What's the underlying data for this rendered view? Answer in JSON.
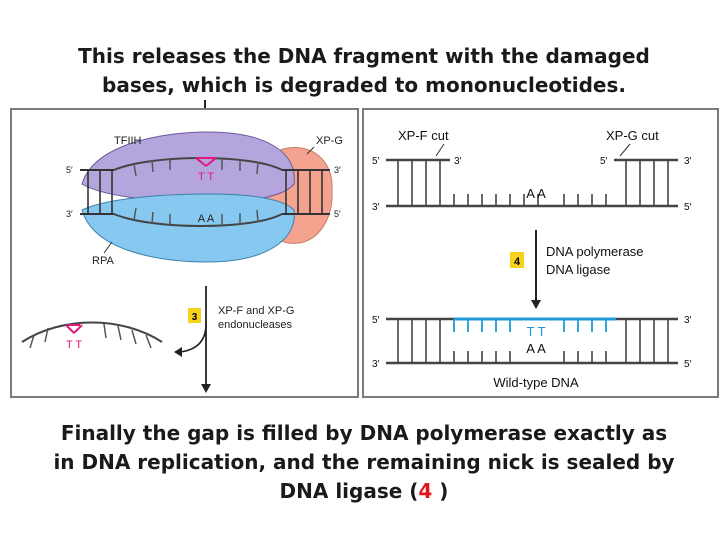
{
  "captions": {
    "top_line1": "This releases the DNA fragment with the damaged",
    "top_line2": "bases, which is degraded to mononucleotides.",
    "bottom_line1": "Finally the gap is filled by DNA polymerase exactly as",
    "bottom_line2": "in DNA replication, and the remaining nick is sealed by",
    "bottom_line3_prefix": "DNA ligase (",
    "bottom_step_number": "4",
    "bottom_line3_suffix": " )"
  },
  "left_panel": {
    "tfiih_label": "TFIIH",
    "xpg_label": "XP-G",
    "rpa_label": "RPA",
    "five_prime_top_left": "5′",
    "three_prime_top_right": "3′",
    "three_prime_bottom_left": "3′",
    "five_prime_bottom_right": "5′",
    "damaged_bases_top": "T T",
    "bases_bottom": "A A",
    "step_number": "3",
    "step_line1": "XP-F and XP-G",
    "step_line2": "endonucleases",
    "fragment_bases": "T T"
  },
  "right_panel": {
    "xpf_cut_label": "XP-F cut",
    "xpg_cut_label": "XP-G cut",
    "top_5_left": "5′",
    "top_3_after_xpf": "3′",
    "top_5_before_xpg": "5′",
    "top_3_right": "3′",
    "mid_3_left": "3′",
    "mid_5_right": "5′",
    "gap_bases": "A A",
    "step_number": "4",
    "step_line1": "DNA polymerase",
    "step_line2": "DNA ligase",
    "bottom_5_left": "5′",
    "bottom_3_right": "3′",
    "bottom_3_left": "3′",
    "bottom_5_right": "5′",
    "new_bases": "T T",
    "repaired_bases": "A A",
    "wild_type_label": "Wild-type DNA"
  },
  "colors": {
    "damage_magenta": "#e0197d",
    "new_strand_blue": "#1f9bd7",
    "step_badge_yellow": "#f7d31e",
    "highlight_red": "#e8141c",
    "tfiih_purple": "#b4a5dc",
    "rpa_blue": "#86c8ef",
    "xpg_salmon": "#f4a48e"
  }
}
